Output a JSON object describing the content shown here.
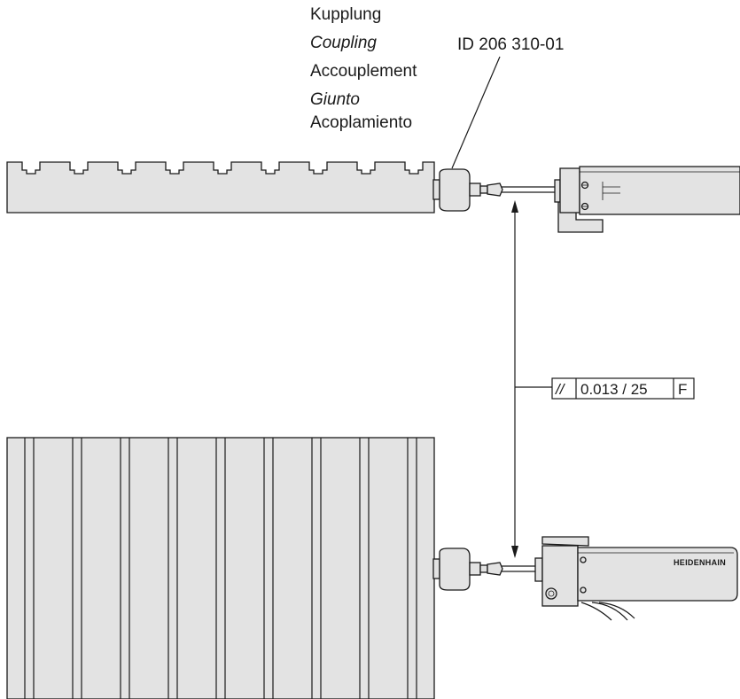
{
  "coupling_labels": {
    "de": "Kupplung",
    "en": "Coupling",
    "fr": "Accouplement",
    "it": "Giunto",
    "es": "Acoplamiento"
  },
  "part_id": "ID 206 310-01",
  "tolerance": {
    "symbol": "//",
    "value": "0.013 / 25",
    "datum": "F"
  },
  "brand": "HEIDENHAIN",
  "colors": {
    "part_fill": "#e3e3e3",
    "stroke": "#1a1a1a",
    "background": "#ffffff"
  }
}
